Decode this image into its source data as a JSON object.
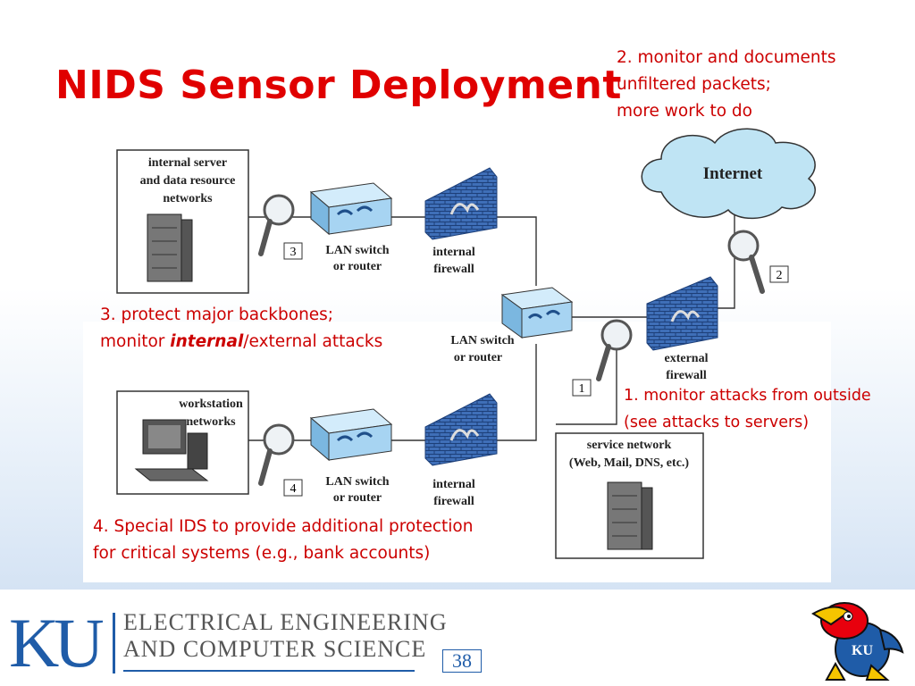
{
  "slide": {
    "title": "NIDS Sensor Deployment",
    "page_number": "38"
  },
  "notes": {
    "n2": [
      "2. monitor and documents",
      "unfiltered packets;",
      "more work to do"
    ],
    "n3_line1": "3. protect major backbones;",
    "n3_line2_prefix": "monitor ",
    "n3_line2_emphasis": "internal",
    "n3_line2_suffix": "/external attacks",
    "n1": [
      "1. monitor attacks from outside",
      "(see attacks to servers)"
    ],
    "n4": [
      "4. Special IDS to provide additional protection",
      "for critical systems (e.g., bank accounts)"
    ]
  },
  "diagram": {
    "server_net": [
      "internal server",
      "and data resource",
      "networks"
    ],
    "workstation_net": [
      "workstation",
      "networks"
    ],
    "service_net": [
      "service network",
      "(Web, Mail, DNS, etc.)"
    ],
    "internet": "Internet",
    "switch_label": [
      "LAN switch",
      "or router"
    ],
    "internal_fw": [
      "internal",
      "firewall"
    ],
    "external_fw": [
      "external",
      "firewall"
    ],
    "sensor_numbers": [
      "1",
      "2",
      "3",
      "4"
    ]
  },
  "footer": {
    "logo": "KU",
    "dept_line1": "ELECTRICAL ENGINEERING",
    "dept_line2": "AND COMPUTER SCIENCE",
    "mascot_badge": "KU"
  },
  "colors": {
    "title": "#e00000",
    "notes": "#cc0000",
    "ku_blue": "#1f5ca8",
    "switch_blue": "#a7d4f2",
    "firewall_blue": "#3f6fb8",
    "cloud": "#bfe4f4"
  }
}
